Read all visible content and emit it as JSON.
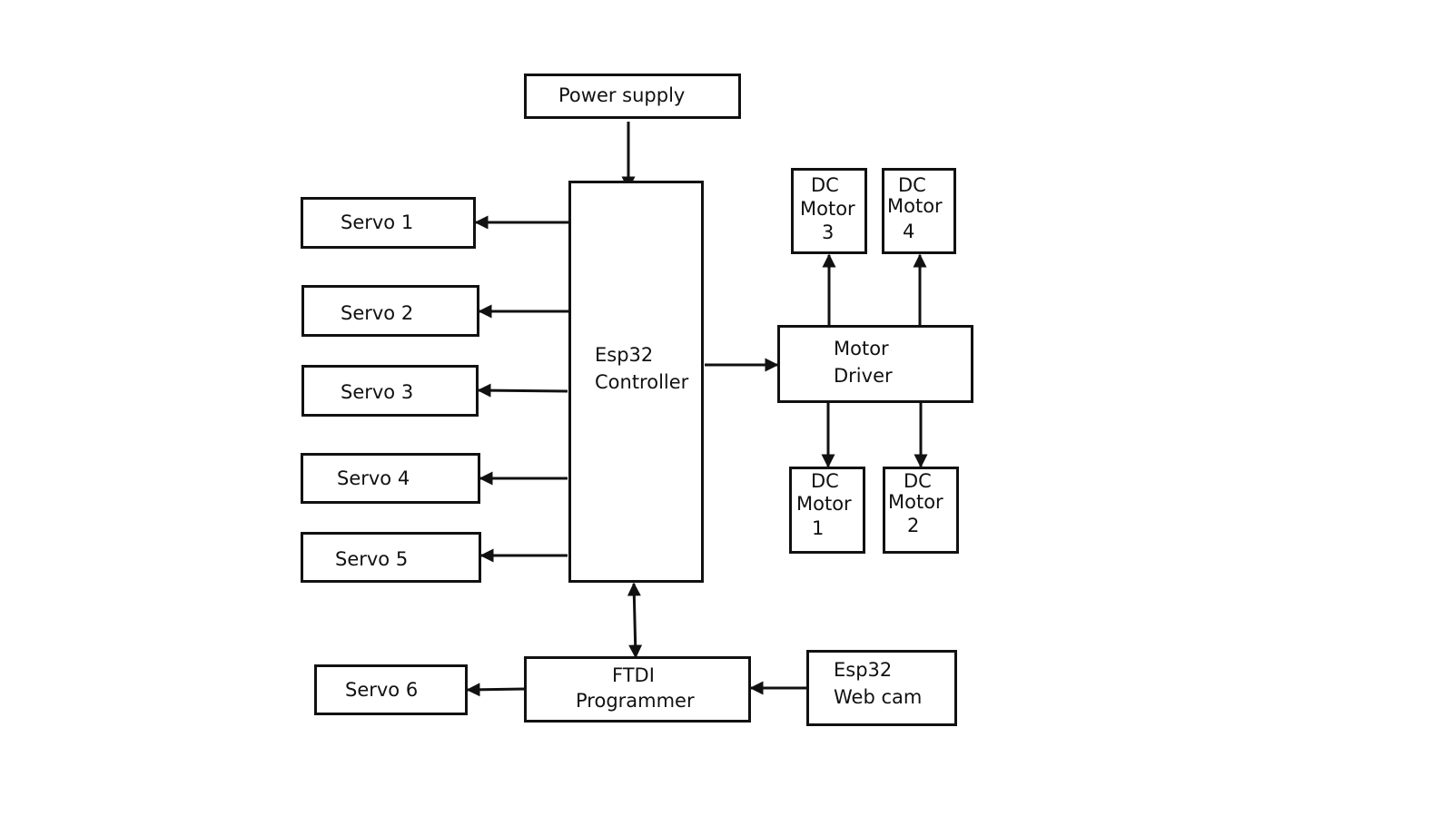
{
  "blocks": {
    "power_supply": "Power supply",
    "controller": [
      "Esp32",
      "Controller"
    ],
    "servo1": "Servo 1",
    "servo2": "Servo 2",
    "servo3": "Servo 3",
    "servo4": "Servo 4",
    "servo5": "Servo 5",
    "servo6": "Servo 6",
    "motor_driver": [
      "Motor",
      "Driver"
    ],
    "dc_motor_1": [
      "DC",
      "Motor",
      "1"
    ],
    "dc_motor_2": [
      "DC",
      "Motor",
      "2"
    ],
    "dc_motor_3": [
      "DC",
      "Motor",
      "3"
    ],
    "dc_motor_4": [
      "DC",
      "Motor",
      "4"
    ],
    "ftdi": [
      "FTDI",
      "Programmer"
    ],
    "webcam": [
      "Esp32",
      "Web cam"
    ]
  },
  "connections": [
    {
      "from": "power_supply",
      "to": "controller"
    },
    {
      "from": "controller",
      "to": "servo1"
    },
    {
      "from": "controller",
      "to": "servo2"
    },
    {
      "from": "controller",
      "to": "servo3"
    },
    {
      "from": "controller",
      "to": "servo4"
    },
    {
      "from": "controller",
      "to": "servo5"
    },
    {
      "from": "controller",
      "to": "motor_driver"
    },
    {
      "from": "motor_driver",
      "to": "dc_motor_1"
    },
    {
      "from": "motor_driver",
      "to": "dc_motor_2"
    },
    {
      "from": "motor_driver",
      "to": "dc_motor_3"
    },
    {
      "from": "motor_driver",
      "to": "dc_motor_4"
    },
    {
      "from": "controller",
      "to": "ftdi",
      "bidirectional": true
    },
    {
      "from": "ftdi",
      "to": "servo6"
    },
    {
      "from": "webcam",
      "to": "ftdi"
    }
  ]
}
